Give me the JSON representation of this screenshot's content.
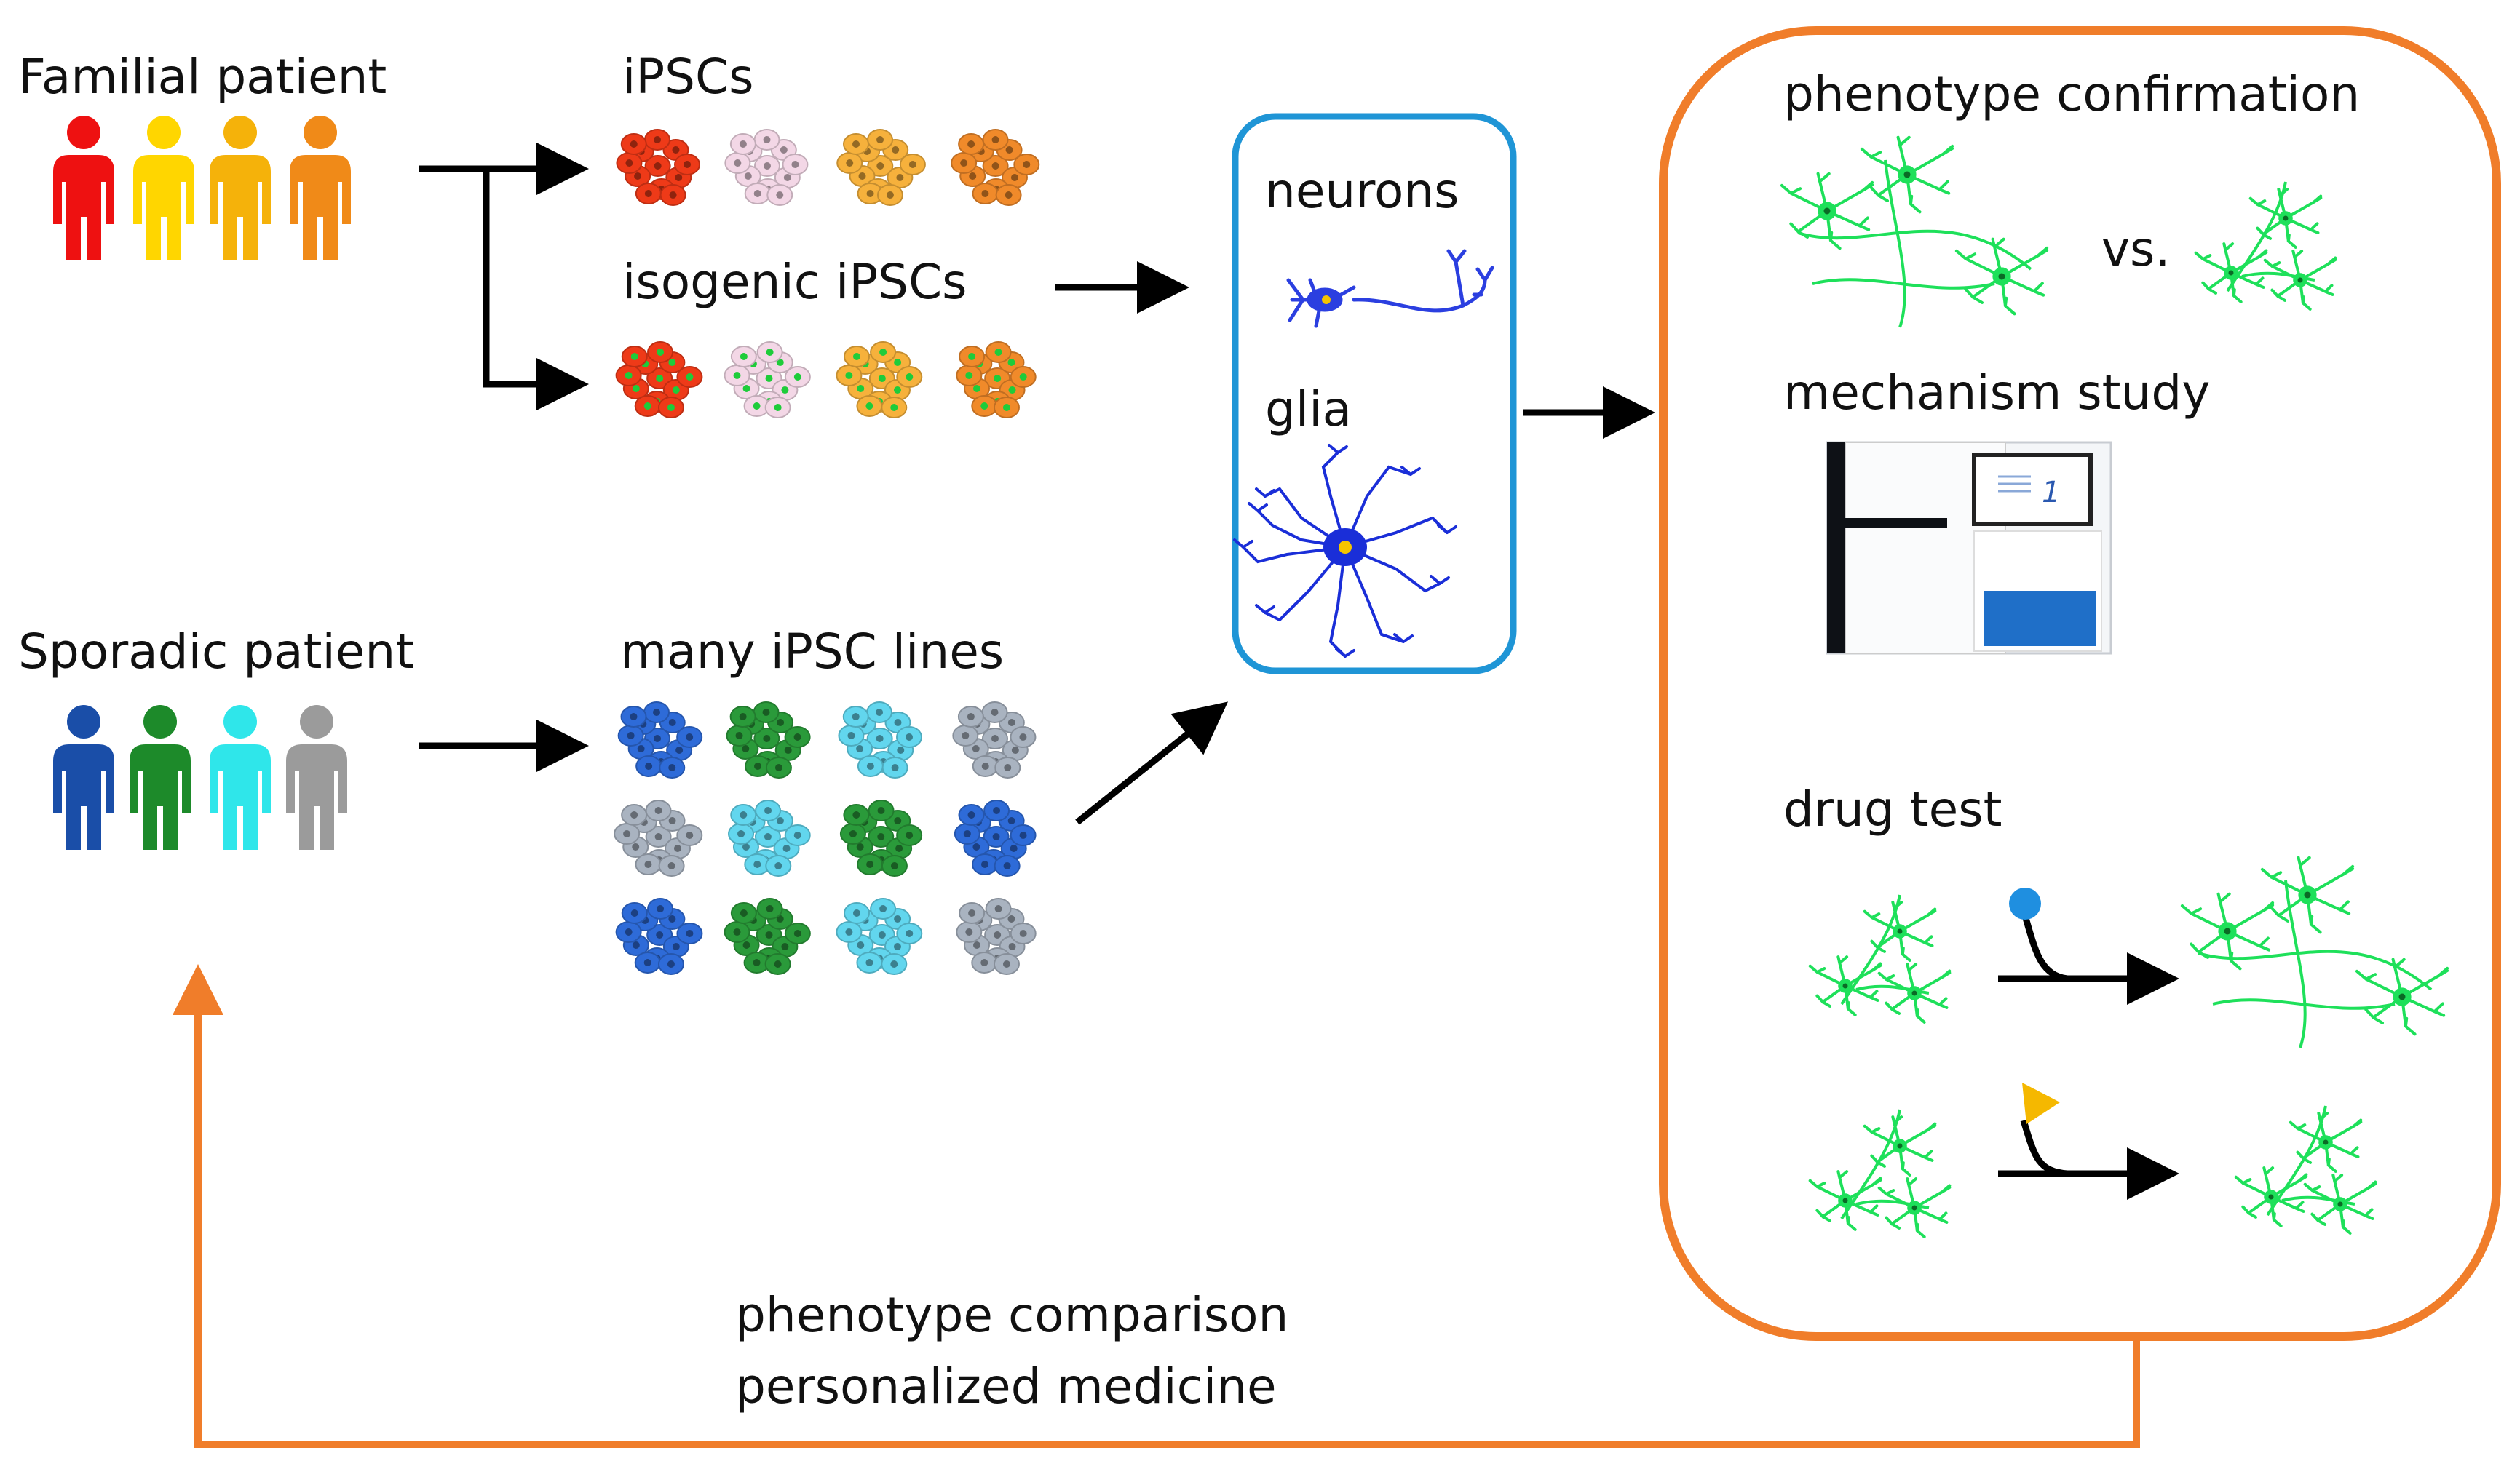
{
  "labels": {
    "familial": "Familial patient",
    "ipscs": "iPSCs",
    "isogenic": "isogenic iPSCs",
    "sporadic": "Sporadic patient",
    "many_lines": "many iPSC lines",
    "neurons": "neurons",
    "glia": "glia",
    "phenotype_confirmation": "phenotype  confirmation",
    "vs": "vs.",
    "mechanism": "mechanism study",
    "drug_test": "drug test",
    "comparison": "phenotype  comparison",
    "personalized": "personalized medicine"
  },
  "colors": {
    "familial_people": [
      "#ee1111",
      "#ffd600",
      "#f5b20a",
      "#f08a18"
    ],
    "sporadic_people": [
      "#1a4ea8",
      "#1d8a2a",
      "#2fe6ea",
      "#9b9b9b"
    ],
    "ipsc_row": [
      "#ee3a18",
      "#f3d7e6",
      "#f6b13c",
      "#f08a2a"
    ],
    "many_lines": [
      [
        "#2e6bd8",
        "#2a9a3a",
        "#62d6ee",
        "#a9b3c0"
      ],
      [
        "#a9b3c0",
        "#62d6ee",
        "#2a9a3a",
        "#2e6bd8"
      ],
      [
        "#2e6bd8",
        "#2a9a3a",
        "#62d6ee",
        "#a9b3c0"
      ]
    ],
    "orange_frame": "#f07d2a",
    "blue_frame": "#1f95d6",
    "neuron_green": "#1ee05a",
    "cell_blue": "#1a2ed8",
    "drug_circle": "#1f8fe0",
    "drug_triangle": "#f5b800"
  },
  "icons": [
    "person-icon",
    "ipsc-colony-icon",
    "neuron-icon",
    "glia-icon",
    "lab-instrument-icon",
    "drug-circle-icon",
    "drug-triangle-icon"
  ]
}
